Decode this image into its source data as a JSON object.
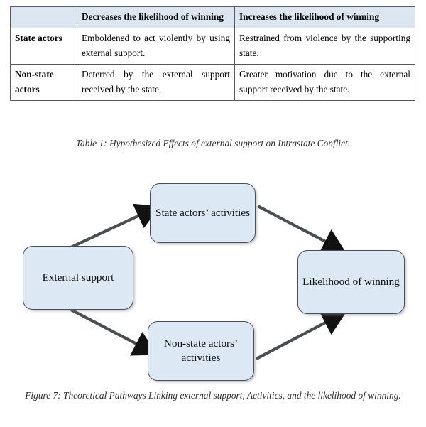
{
  "table": {
    "columns": [
      "",
      "Decreases the likelihood of winning",
      "Increases the likelihood of winning"
    ],
    "rows": [
      {
        "actor": "State actors",
        "decreases": "Emboldened to act violently by using external support.",
        "increases": "Restrained from violence by the supporting state."
      },
      {
        "actor": "Non-state actors",
        "actor_line1": "Non-state",
        "actor_line2": "actors",
        "decreases": "Deterred by the external support received by the state.",
        "increases": "Greater motivation due to the external support received by the state."
      }
    ],
    "caption": "Table 1: Hypothesized Effects of external support on Intrastate Conflict.",
    "header_background": "#dce6f1",
    "border_color": "#595959"
  },
  "figure": {
    "caption": "Figure 7: Theoretical Pathways Linking external support, Activities, and the likelihood of winning.",
    "node_fill": "#dce9f4",
    "node_border": "#4a4f57",
    "arrow_color": "#4a4f53",
    "nodes": [
      {
        "id": "external",
        "label": "External support"
      },
      {
        "id": "state",
        "label": "State actors’ activities"
      },
      {
        "id": "nonstate",
        "label": "Non-state actors’ activities"
      },
      {
        "id": "likelihood",
        "label": "Likelihood of winning"
      }
    ],
    "edges": [
      {
        "from": "External support",
        "to": "State actors’ activities"
      },
      {
        "from": "External support",
        "to": "Non-state actors’ activities"
      },
      {
        "from": "State actors’ activities",
        "to": "Likelihood of winning"
      },
      {
        "from": "Non-state actors’ activities",
        "to": "Likelihood of winning"
      }
    ]
  }
}
